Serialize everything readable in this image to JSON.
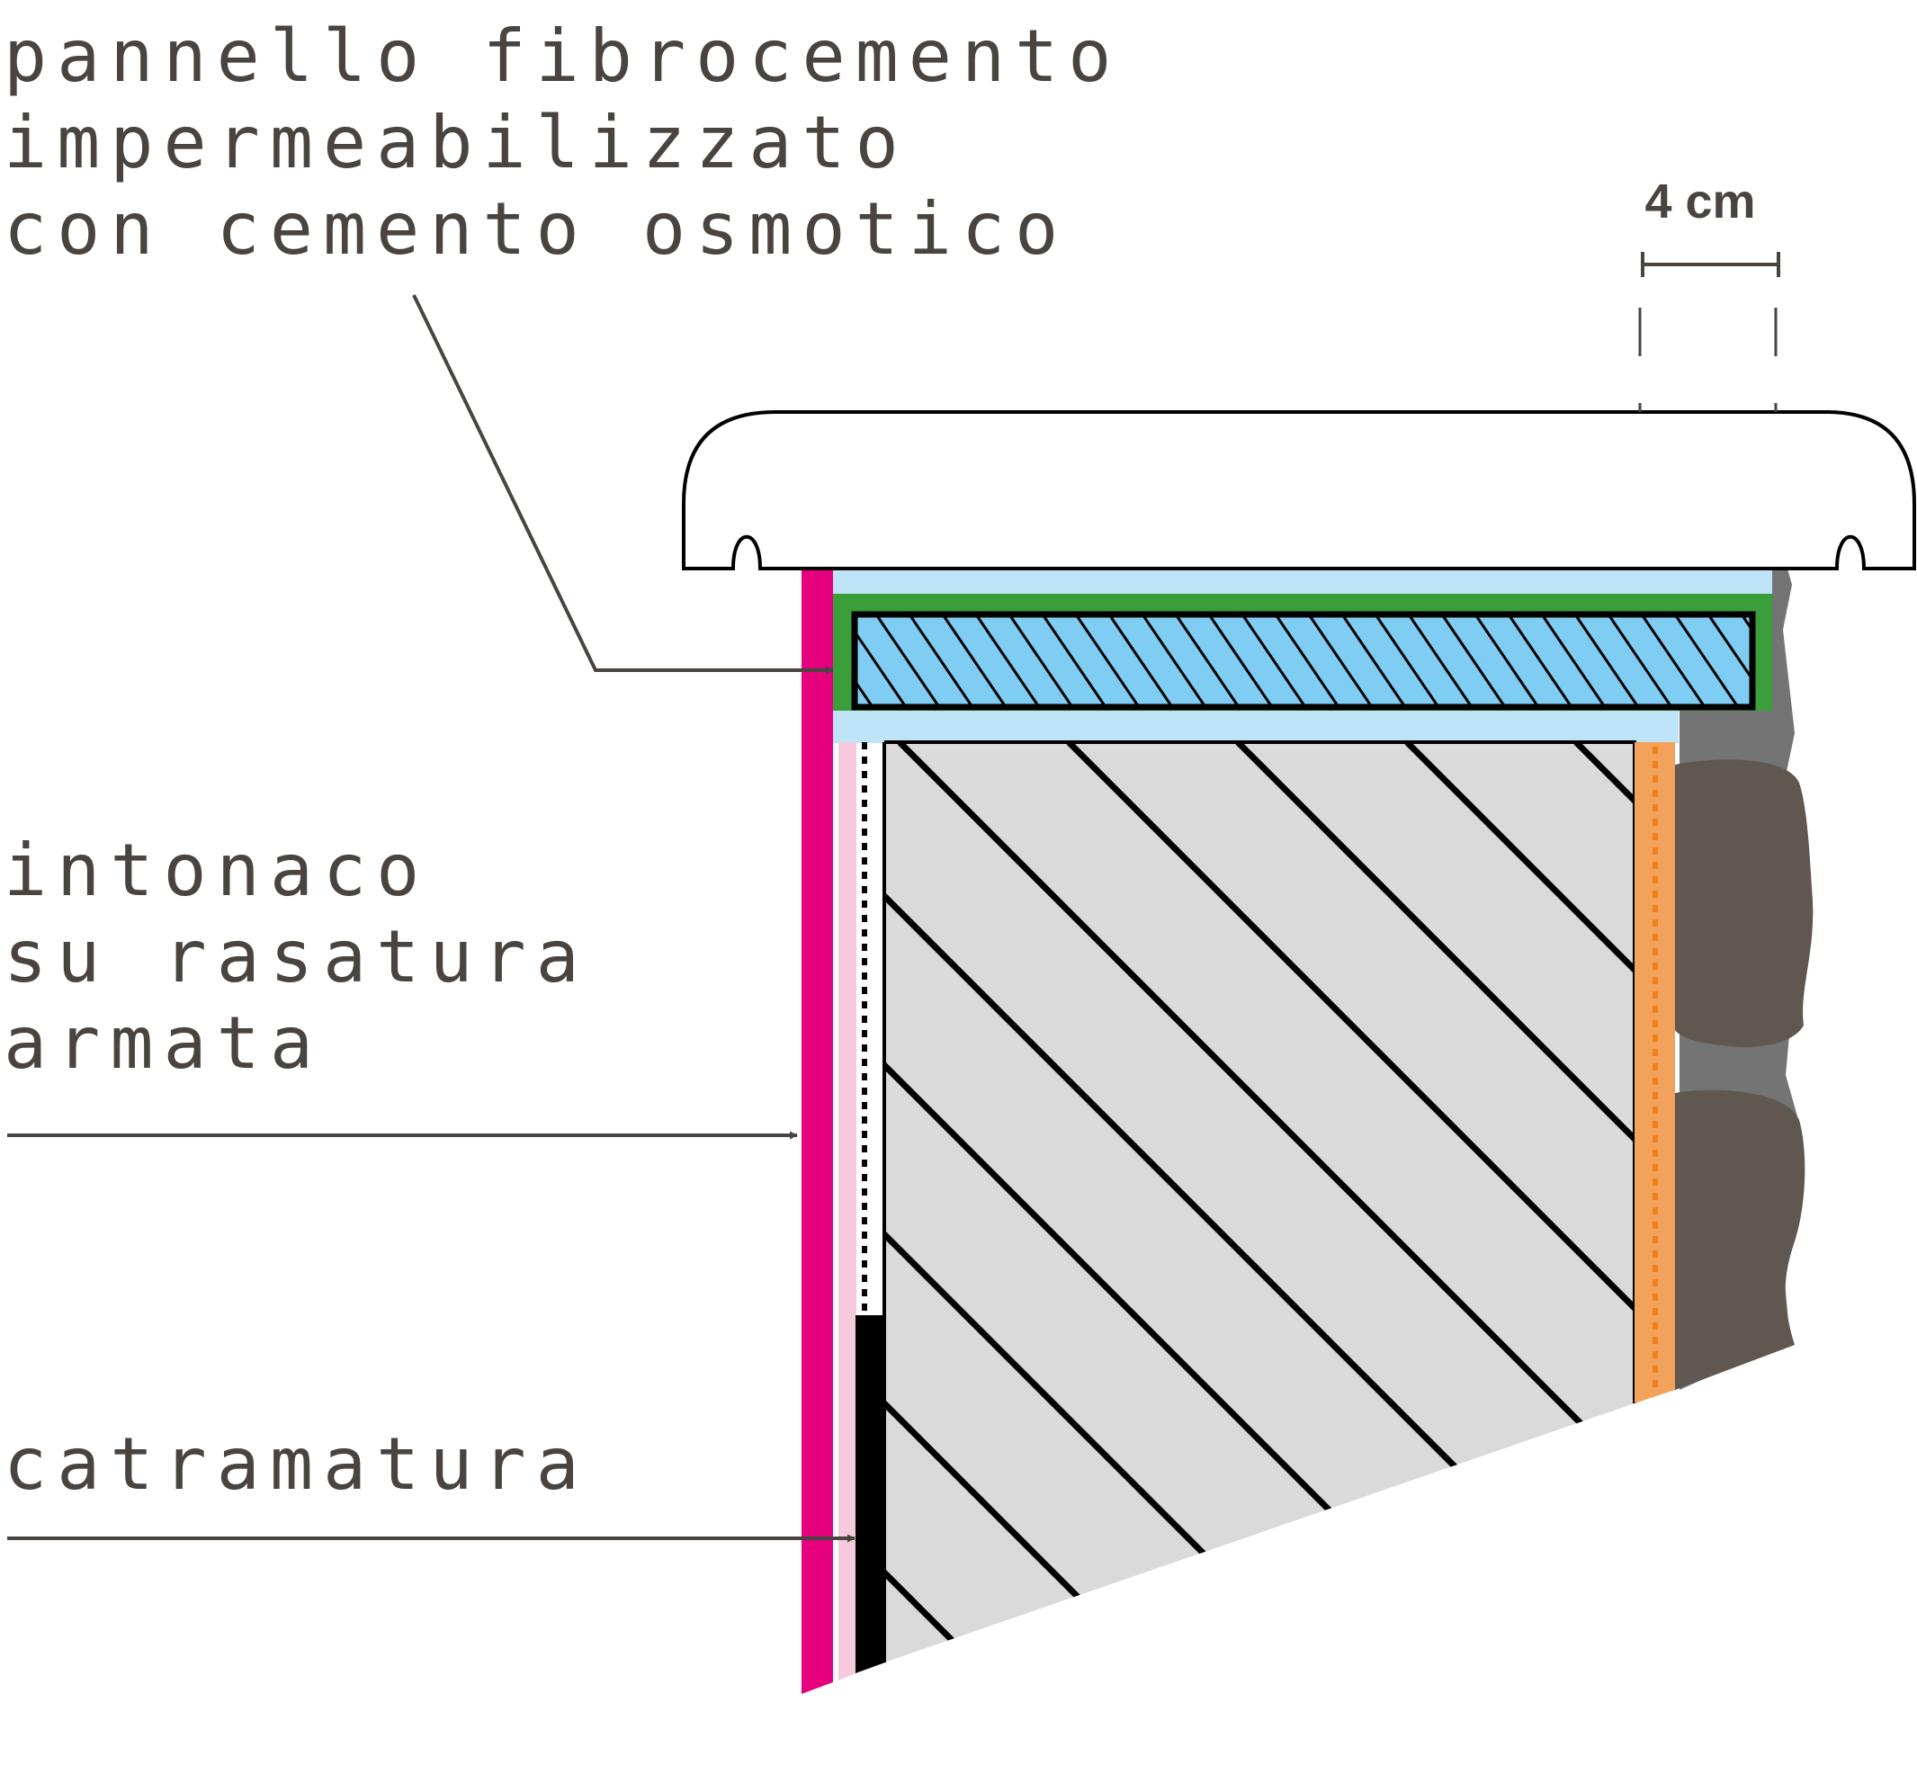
{
  "labels": {
    "panel": [
      "pannello fibrocemento",
      "impermeabilizzato",
      "con cemento osmotico"
    ],
    "plaster": [
      "intonaco",
      "su rasatura",
      "armata"
    ],
    "tar": [
      "catramatura"
    ],
    "dimension": "4 cm"
  },
  "colors": {
    "text": "#4a4440",
    "leader": "#4a4440",
    "plaster_magenta": "#e6007e",
    "pink_layer": "#f7c9dd",
    "panel_blue": "#7fcdf2",
    "panel_blue_light": "#bfe4f7",
    "green_outline": "#3a9e3a",
    "wall_gray": "#dadada",
    "orange_layer": "#f2a25a",
    "orange_dots": "#f07f1e",
    "stone_dark": "#5f5750",
    "stone_mid": "#747474",
    "tar_black": "#000000"
  }
}
